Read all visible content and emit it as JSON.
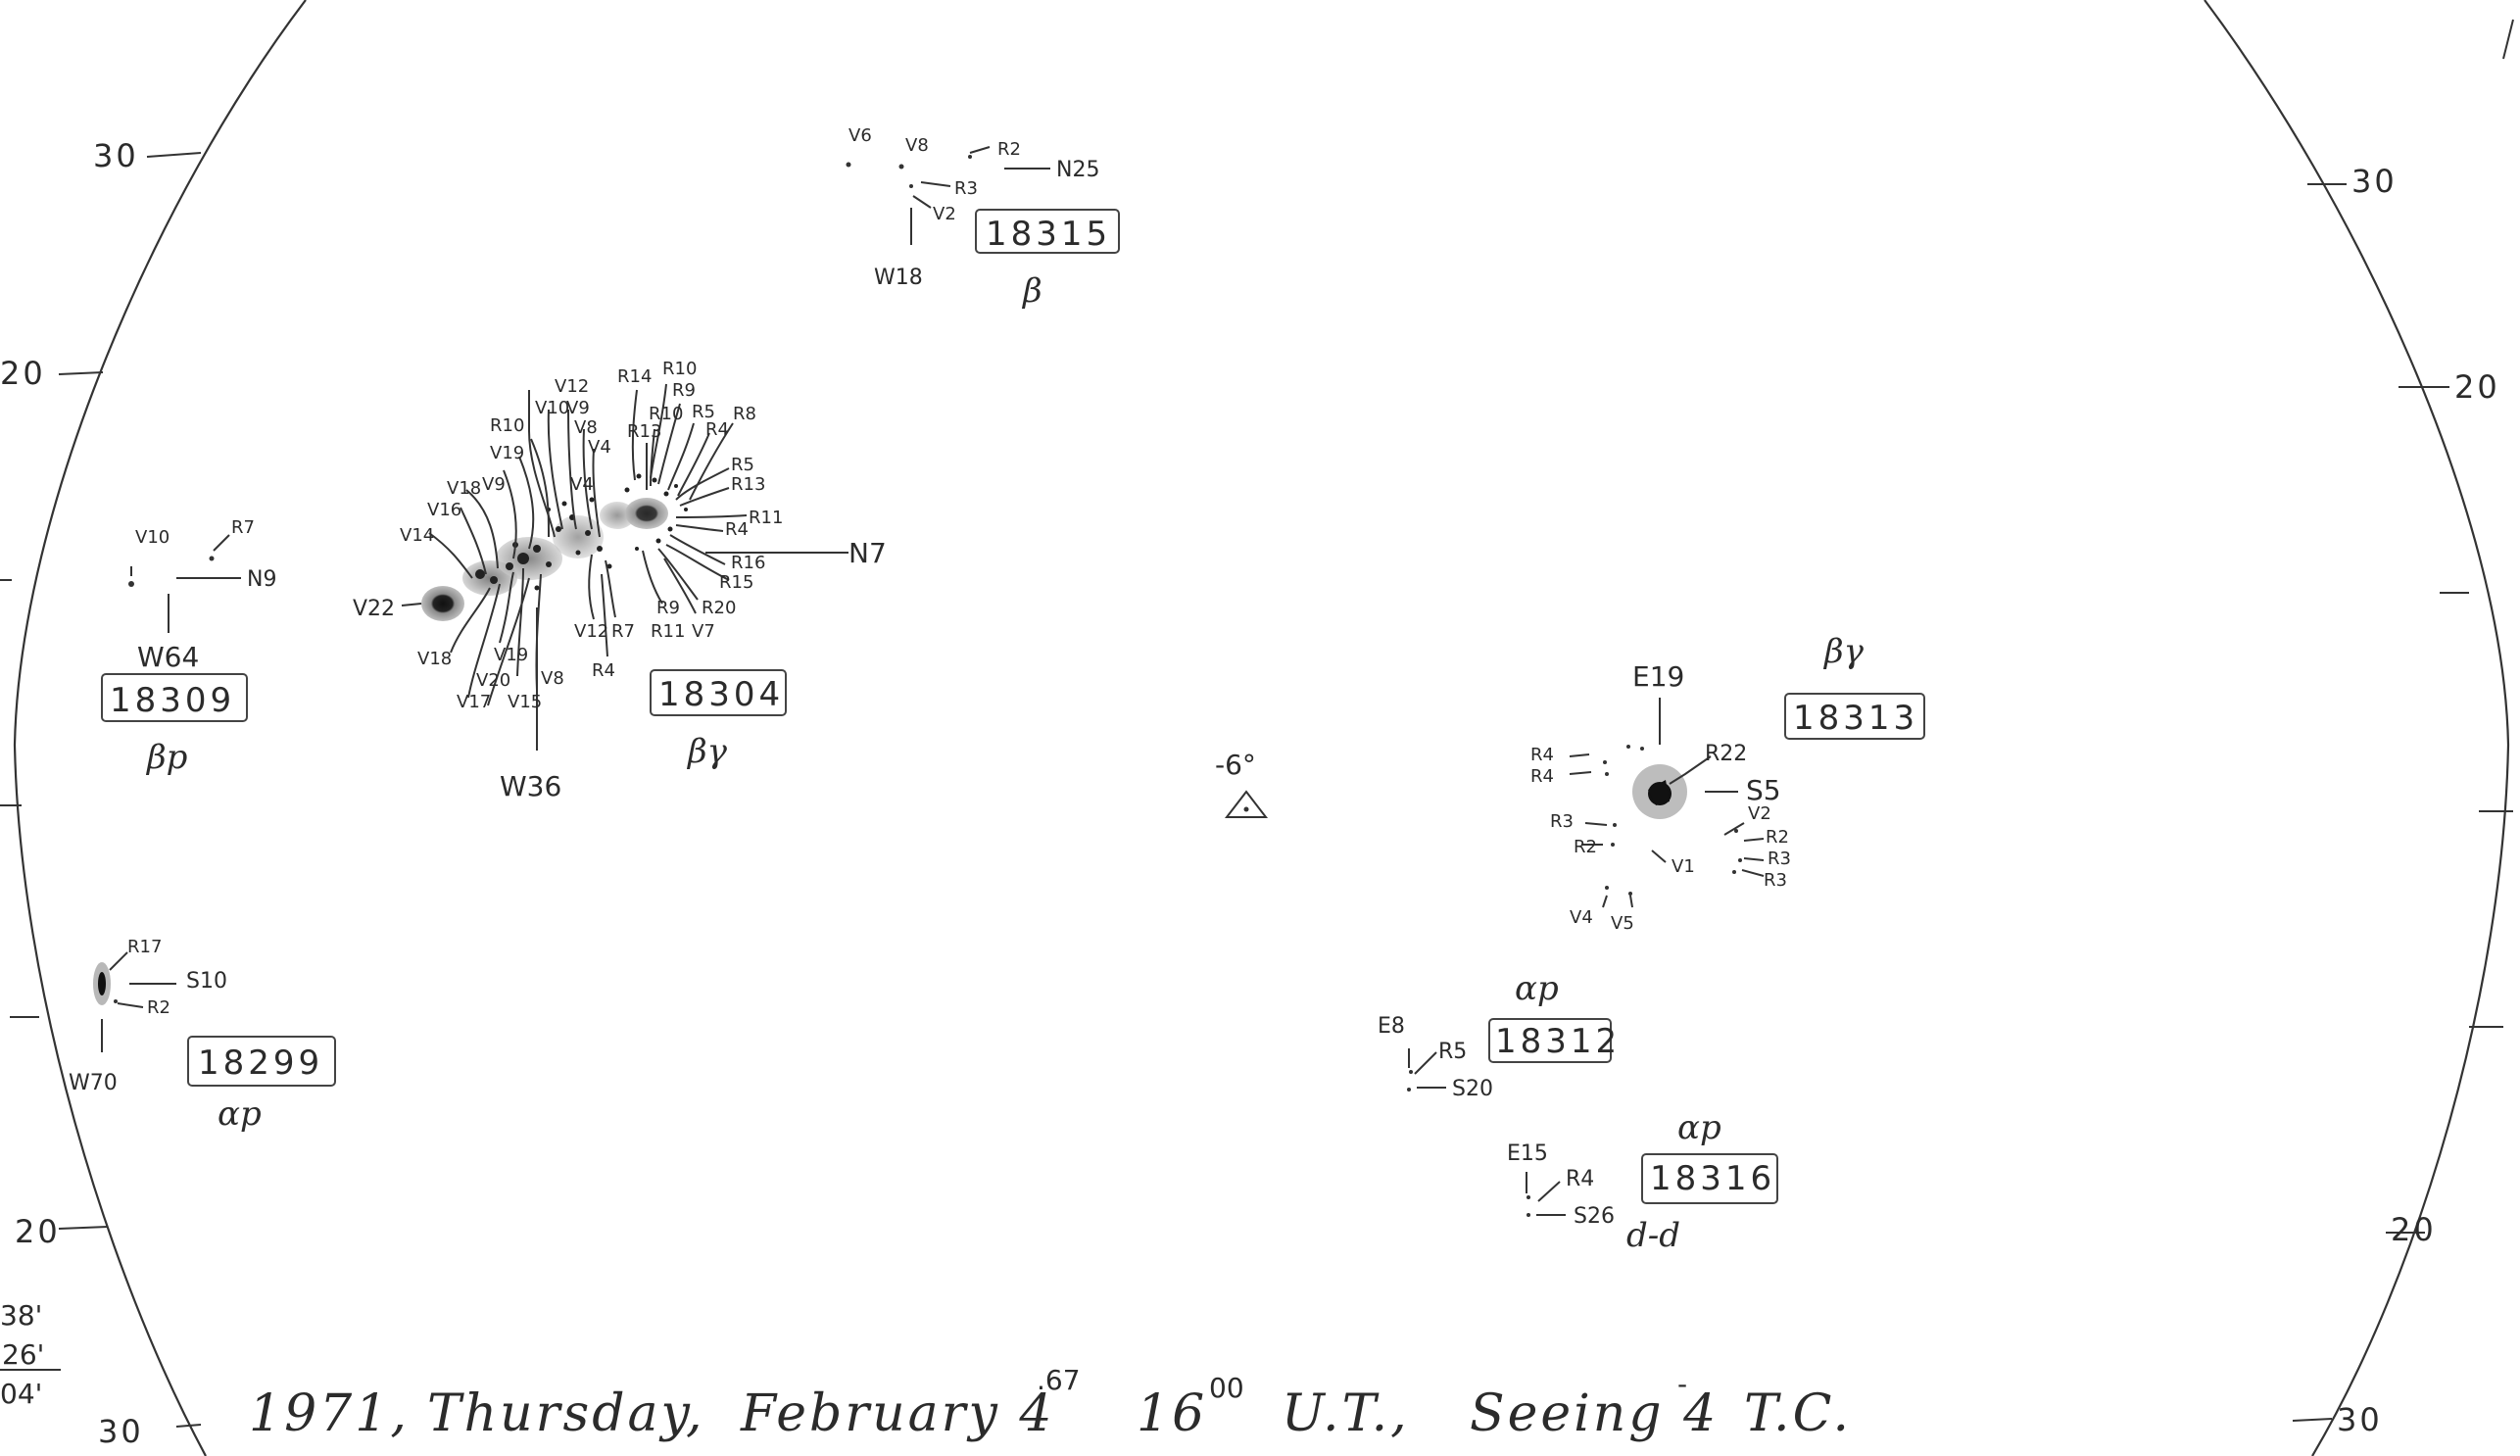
{
  "drawing": {
    "limb_scale": {
      "left": [
        "30",
        "20",
        "20",
        "30"
      ],
      "right": [
        "30",
        "20",
        "20",
        "30"
      ]
    },
    "corner_note": [
      "38'",
      "26'",
      "04'"
    ],
    "center_mark": "-6°",
    "footer": {
      "year": "1971,",
      "day": "Thursday,",
      "date": "February 4",
      "date_sup": ".67",
      "time": "16",
      "time_sup": "00",
      "ut": "U.T.,",
      "seeing": "Seeing 4",
      "seeing_sup": "-",
      "observer": "T.C."
    }
  },
  "regions": [
    {
      "number": "18315",
      "class": "β",
      "lon": "W18",
      "lat": "N25",
      "spots": [
        "V6",
        "V8",
        "R2",
        "R3",
        "V2"
      ]
    },
    {
      "number": "18309",
      "class": "βp",
      "lon": "W64",
      "lat": "N9",
      "spots": [
        "V10",
        "R7"
      ]
    },
    {
      "number": "18304",
      "class": "βγ",
      "lon": "W36",
      "lat": "N7",
      "spots_left": [
        "V12",
        "V10",
        "V9",
        "V8",
        "V4",
        "V19",
        "R10",
        "V18",
        "V9",
        "V16",
        "V14",
        "V22",
        "V18",
        "V19",
        "V20",
        "V17",
        "V15",
        "V8",
        "V4",
        "V12",
        "R7",
        "R4"
      ],
      "spots_right": [
        "R14",
        "R10",
        "R9",
        "R10",
        "R13",
        "R5",
        "R4",
        "R8",
        "R5",
        "R13",
        "R11",
        "R4",
        "R16",
        "R15",
        "R20",
        "R9",
        "R11",
        "V7"
      ]
    },
    {
      "number": "18313",
      "class": "βγ",
      "lon": "E19",
      "lat": "S5",
      "spots": [
        "R4",
        "R4",
        "R22",
        "R3",
        "R2",
        "V2",
        "R2",
        "R3",
        "R3",
        "V1",
        "V4",
        "V5"
      ]
    },
    {
      "number": "18299",
      "class": "αp",
      "lon": "W70",
      "lat": "S10",
      "spots": [
        "R17",
        "R2"
      ]
    },
    {
      "number": "18312",
      "class": "αp",
      "lon": "E8",
      "lat": "S20",
      "spots": [
        "R5"
      ]
    },
    {
      "number": "18316",
      "class": "αp",
      "class2": "d-d",
      "lon": "E15",
      "lat": "S26",
      "spots": [
        "R4"
      ]
    }
  ]
}
